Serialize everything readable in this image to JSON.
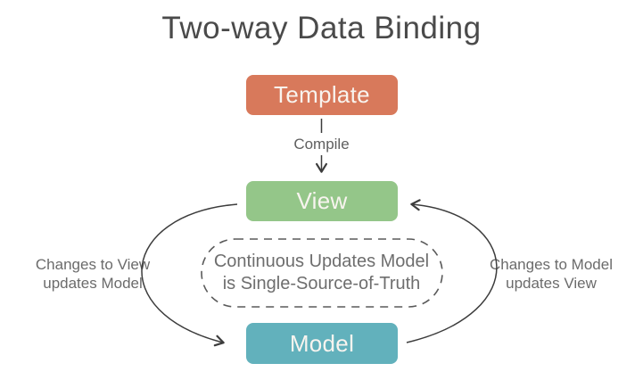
{
  "title": "Two-way Data Binding",
  "nodes": {
    "template": {
      "label": "Template",
      "color": "#d8795b"
    },
    "view": {
      "label": "View",
      "color": "#94c689"
    },
    "model": {
      "label": "Model",
      "color": "#62b1bc"
    }
  },
  "compile": {
    "label": "Compile"
  },
  "center_note": {
    "line1": "Continuous Updates Model",
    "line2": "is Single-Source-of-Truth"
  },
  "left_note": {
    "line1": "Changes to View",
    "line2": "updates Model"
  },
  "right_note": {
    "line1": "Changes to Model",
    "line2": "updates View"
  },
  "colors": {
    "background": "#ffffff",
    "title_text": "#4a4a4a",
    "note_text": "#6e6e6e",
    "arrow": "#3c3c3c",
    "dashed_border": "#5a5a5a",
    "node_text": "#f8f4ef"
  }
}
